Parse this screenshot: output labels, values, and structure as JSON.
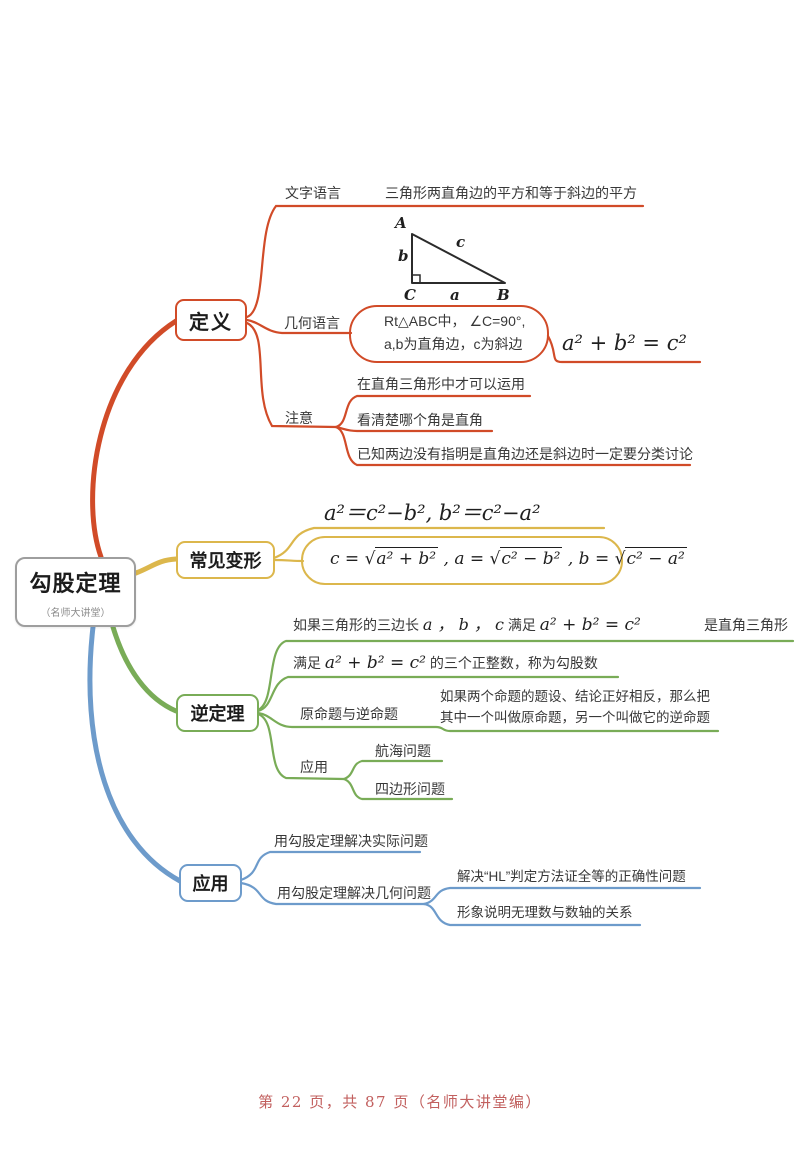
{
  "page": {
    "footer": "第 22 页，共 87 页（名师大讲堂编）"
  },
  "colors": {
    "definition_branch": "#d14b28",
    "transform_branch": "#dcb74c",
    "inverse_branch": "#79ac57",
    "application_branch": "#6d9bcb",
    "root_border": "#9e9e9e",
    "footer_text": "#c2605f"
  },
  "root": {
    "title": "勾股定理",
    "subtitle": "（名师大讲堂）"
  },
  "definition": {
    "label": "定义",
    "text_language": {
      "label": "文字语言",
      "text": "三角形两直角边的平方和等于斜边的平方"
    },
    "geometric_language": {
      "label": "几何语言",
      "line1": "Rt△ABC中， ∠C=90°,",
      "line2": "a,b为直角边，c为斜边",
      "formula": "a² + b² = c²",
      "triangle": {
        "A": "A",
        "B": "B",
        "C": "C",
        "a": "a",
        "b": "b",
        "c": "c"
      }
    },
    "notes": {
      "label": "注意",
      "items": [
        "在直角三角形中才可以运用",
        "看清楚哪个角是直角",
        "已知两边没有指明是直角边还是斜边时一定要分类讨论"
      ]
    }
  },
  "transform": {
    "label": "常见变形",
    "formula1": "a²＝c²−b², b²＝c²−a²",
    "sqrt_parts": [
      {
        "pre": "c = ",
        "rad": "a² + b²"
      },
      {
        "pre": " , a = ",
        "rad": "c² − b²"
      },
      {
        "pre": " , b = ",
        "rad": "c² − a²"
      }
    ]
  },
  "inverse": {
    "label": "逆定理",
    "item1": {
      "pre": "如果三角形的三边长",
      "vars": "a ， b ， c",
      "mid": "满足",
      "math": "a² + b² = c²",
      "child": "是直角三角形"
    },
    "item2": {
      "pre": "满足",
      "math": "a² + b² = c²",
      "post": "的三个正整数，称为勾股数"
    },
    "proposition": {
      "label": "原命题与逆命题",
      "line1": "如果两个命题的题设、结论正好相反，那么把",
      "line2": "其中一个叫做原命题，另一个叫做它的逆命题"
    },
    "application": {
      "label": "应用",
      "items": [
        "航海问题",
        "四边形问题"
      ]
    }
  },
  "application": {
    "label": "应用",
    "item1": "用勾股定理解决实际问题",
    "item2": {
      "label": "用勾股定理解决几何问题",
      "children": [
        "解决“HL”判定方法证全等的正确性问题",
        "形象说明无理数与数轴的关系"
      ]
    }
  }
}
